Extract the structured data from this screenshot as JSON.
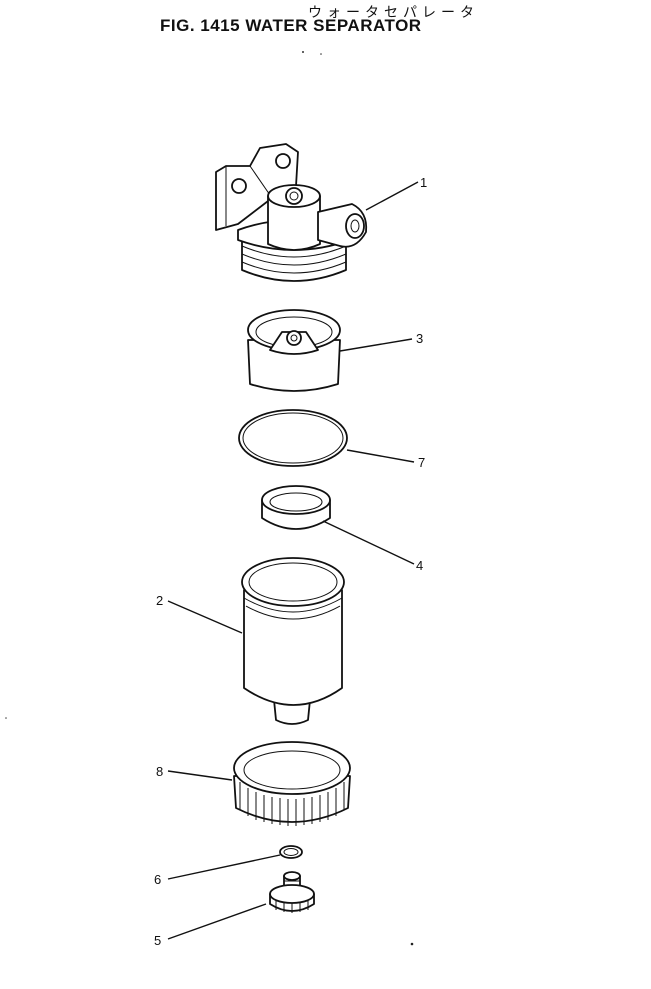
{
  "header": {
    "japanese_title": "ウォータセパレータ",
    "figure_title": "FIG. 1415  WATER SEPARATOR"
  },
  "callouts": {
    "c1": "1",
    "c2": "2",
    "c3": "3",
    "c4": "4",
    "c5": "5",
    "c6": "6",
    "c7": "7",
    "c8": "8"
  }
}
